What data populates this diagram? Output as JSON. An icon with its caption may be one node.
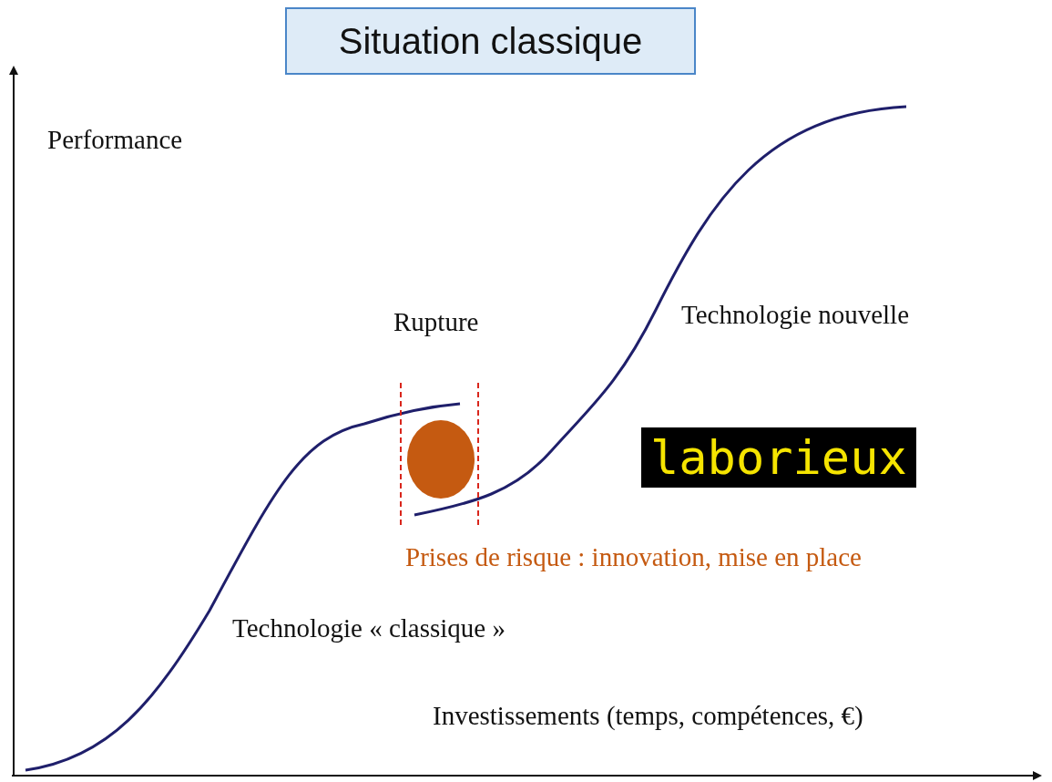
{
  "diagram": {
    "title": "Situation classique",
    "labels": [
      "Performance",
      "Rupture",
      "Technologie nouvelle",
      "laborieux",
      "Prises de risque : innovation, mise en place",
      "Technologie « classique »",
      "Investissements (temps, compétences, €)"
    ]
  }
}
